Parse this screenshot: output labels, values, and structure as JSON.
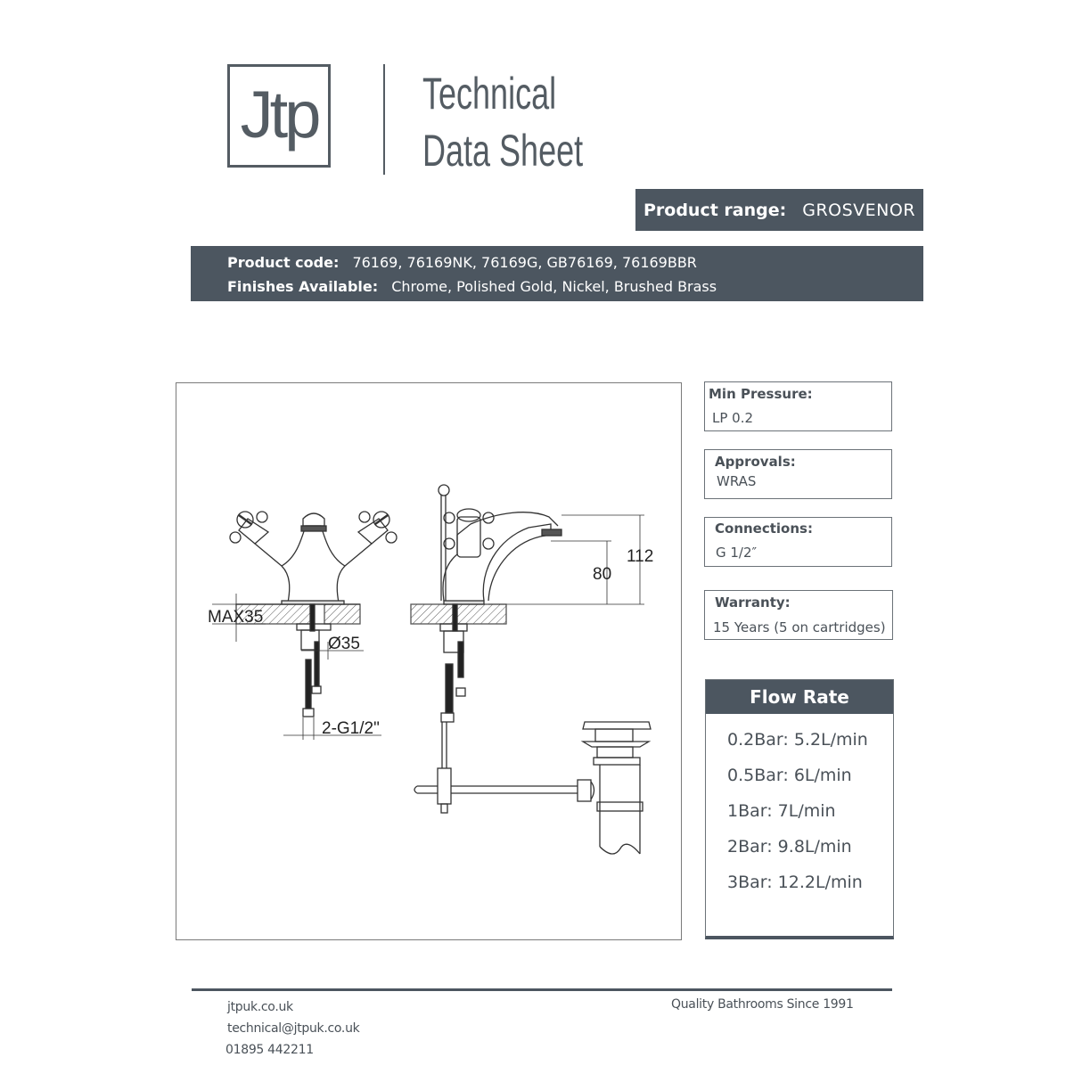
{
  "header": {
    "logo_text": "Jtp",
    "title_line1": "Technical",
    "title_line2": "Data Sheet"
  },
  "product_range": {
    "label": "Product range:",
    "value": "GROSVENOR"
  },
  "product_info": {
    "code_label": "Product code:",
    "code_value": "76169, 76169NK, 76169G, GB76169, 76169BBR",
    "finishes_label": "Finishes Available:",
    "finishes_value": "Chrome, Polished Gold, Nickel, Brushed Brass"
  },
  "drawing": {
    "dims": {
      "max_thickness": "MAX35",
      "hole_diameter": "Ø35",
      "connection": "2-G1/2\"",
      "spout_height": "80",
      "overall_height": "112"
    }
  },
  "specs": [
    {
      "label": "Min Pressure:",
      "value": "LP 0.2"
    },
    {
      "label": "Approvals:",
      "value": "WRAS"
    },
    {
      "label": "Connections:",
      "value": "G 1/2″"
    },
    {
      "label": "Warranty:",
      "value": "15 Years (5 on cartridges)"
    }
  ],
  "flow_rate": {
    "title": "Flow Rate",
    "items": [
      "0.2Bar: 5.2L/min",
      "0.5Bar: 6L/min",
      "1Bar: 7L/min",
      "2Bar: 9.8L/min",
      "3Bar: 12.2L/min"
    ]
  },
  "footer": {
    "website": "jtpuk.co.uk",
    "email": "technical@jtpuk.co.uk",
    "phone": "01895 442211",
    "tagline": "Quality Bathrooms Since 1991"
  },
  "colors": {
    "primary_dark": "#4c5660",
    "text": "#4a5158"
  }
}
